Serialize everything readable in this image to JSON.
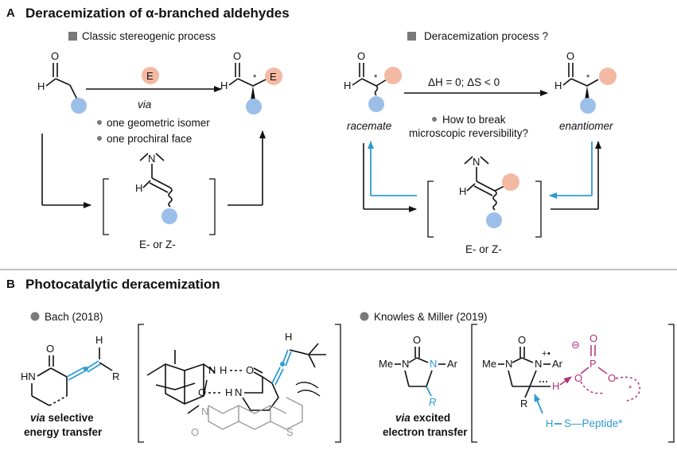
{
  "panel_a": {
    "letter": "A",
    "title": "Deracemization of α-branched aldehydes",
    "classic": {
      "heading": "Classic stereogenic process",
      "reagent": "E",
      "via": "via",
      "bullet1": "one geometric isomer",
      "bullet2": "one prochiral face",
      "isomer_label": "E- or Z-"
    },
    "derac": {
      "heading": "Deracemization process ?",
      "thermo": "ΔH = 0; ΔS < 0",
      "racemate": "racemate",
      "enantiomer": "enantiomer",
      "question1": "How to break",
      "question2": "microscopic reversibility?",
      "isomer_label": "E- or Z-"
    }
  },
  "panel_b": {
    "letter": "B",
    "title": "Photocatalytic deracemization",
    "bach": {
      "ref": "Bach (2018)",
      "via": "via",
      "caption1": "selective",
      "caption2": "energy transfer"
    },
    "knowles": {
      "ref": "Knowles & Miller (2019)",
      "via": "via",
      "caption1": "excited",
      "caption2": "electron transfer",
      "peptide": "S—Peptide*"
    }
  },
  "atoms": {
    "O": "O",
    "H": "H",
    "N": "N",
    "E": "E",
    "S": "S",
    "P": "P",
    "HN": "HN",
    "R": "R",
    "Me": "Me",
    "Ar": "Ar",
    "star": "*",
    "plus": "+",
    "dot": "•",
    "minus": "⊖",
    "Nplus": "N"
  },
  "colors": {
    "blue_ball": "#9cbfe9",
    "orange_ball": "#f4b9a3",
    "blue_arrow": "#2e9bd6",
    "magenta": "#b0307a",
    "grey_bullet": "#7a7a7a"
  }
}
